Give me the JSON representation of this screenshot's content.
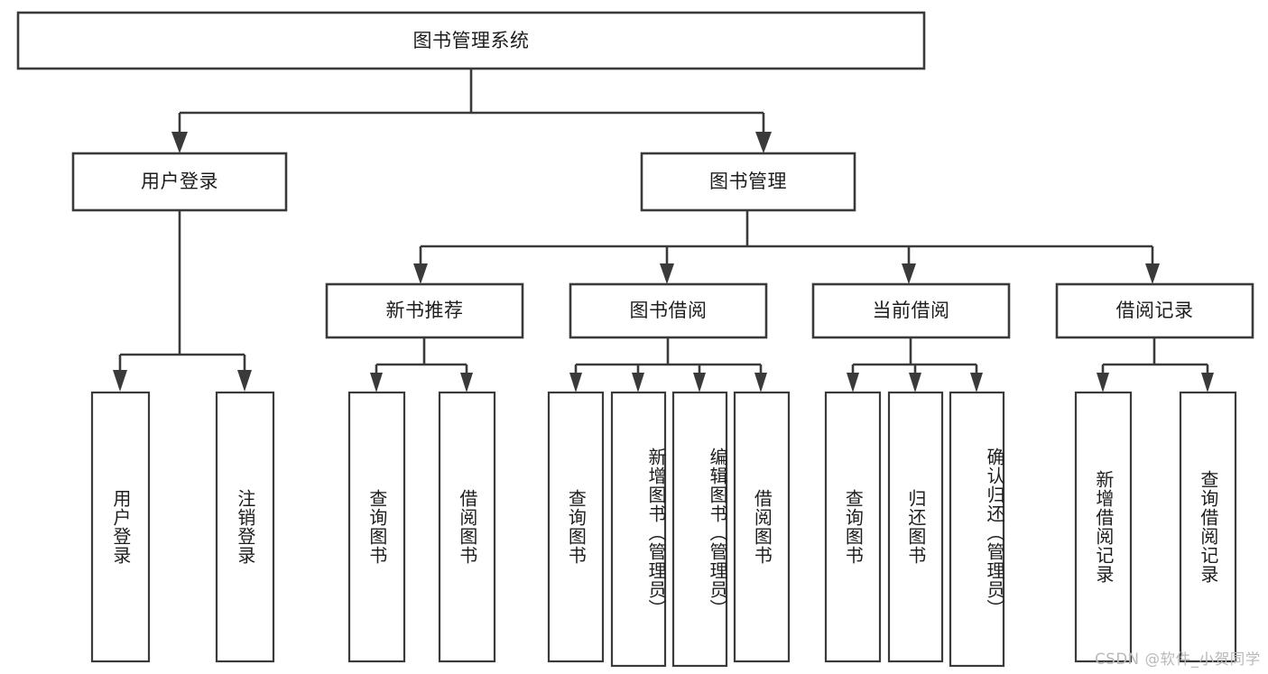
{
  "diagram": {
    "title": "图书管理系统",
    "type": "tree-hierarchy",
    "root": {
      "id": "root",
      "label": "图书管理系统"
    },
    "level2": [
      {
        "id": "user-login",
        "label": "用户登录"
      },
      {
        "id": "book-manage",
        "label": "图书管理"
      }
    ],
    "level3": [
      {
        "id": "new-book-rec",
        "label": "新书推荐"
      },
      {
        "id": "book-borrow",
        "label": "图书借阅"
      },
      {
        "id": "current-borrow",
        "label": "当前借阅"
      },
      {
        "id": "borrow-record",
        "label": "借阅记录"
      }
    ],
    "leaves": {
      "user_login": [
        {
          "id": "leaf-user-login",
          "label": "用户登录"
        },
        {
          "id": "leaf-logout",
          "label": "注销登录"
        }
      ],
      "new_book_rec": [
        {
          "id": "leaf-query-book-1",
          "label": "查询图书"
        },
        {
          "id": "leaf-borrow-book-1",
          "label": "借阅图书"
        }
      ],
      "book_borrow": [
        {
          "id": "leaf-query-book-2",
          "label": "查询图书"
        },
        {
          "id": "leaf-add-book",
          "label": "新增图书（管理员）"
        },
        {
          "id": "leaf-edit-book",
          "label": "编辑图书（管理员）"
        },
        {
          "id": "leaf-borrow-book-2",
          "label": "借阅图书"
        }
      ],
      "current_borrow": [
        {
          "id": "leaf-query-book-3",
          "label": "查询图书"
        },
        {
          "id": "leaf-return-book",
          "label": "归还图书"
        },
        {
          "id": "leaf-confirm-return",
          "label": "确认归还（管理员）"
        }
      ],
      "borrow_record": [
        {
          "id": "leaf-add-record",
          "label": "新增借阅记录"
        },
        {
          "id": "leaf-query-record",
          "label": "查询借阅记录"
        }
      ]
    }
  },
  "watermark": {
    "text": "CSDN @软件_小贺同学"
  },
  "colors": {
    "stroke": "#3a3a3a",
    "fill": "#ffffff",
    "text": "#1d1d1d",
    "watermark": "#b9b9b9"
  }
}
